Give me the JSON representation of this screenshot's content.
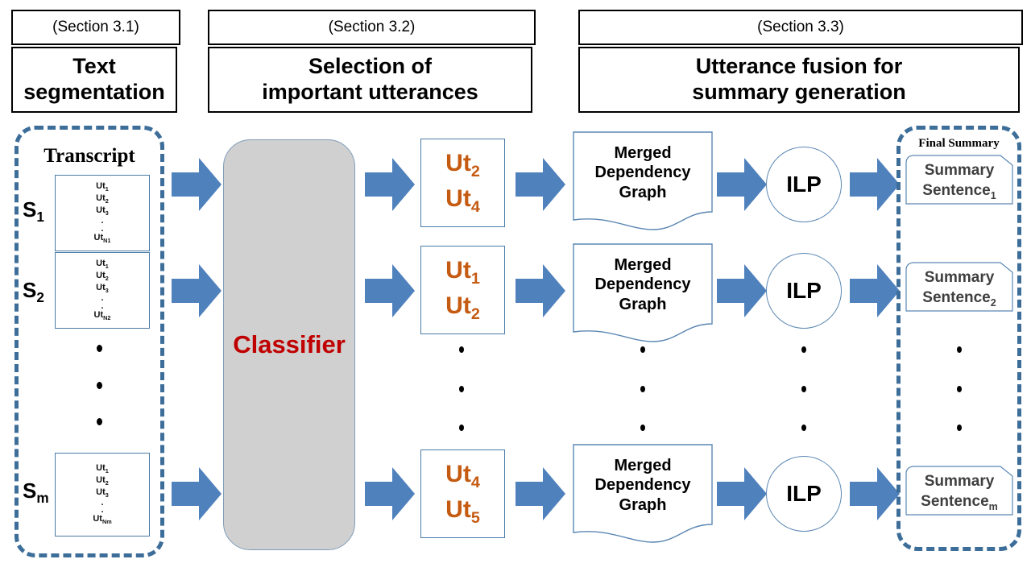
{
  "sections": [
    {
      "tag": "(Section 3.1)",
      "title": "Text\nsegmentation"
    },
    {
      "tag": "(Section 3.2)",
      "title": "Selection of\nimportant utterances"
    },
    {
      "tag": "(Section 3.3)",
      "title": "Utterance fusion for\nsummary generation"
    }
  ],
  "transcript": {
    "heading": "Transcript",
    "segments": [
      {
        "label": "S",
        "sub": "1",
        "utterances": [
          "Ut1",
          "Ut2",
          "Ut3"
        ],
        "last": "UtN1",
        "ellipsis": "."
      },
      {
        "label": "S",
        "sub": "2",
        "utterances": [
          "Ut1",
          "Ut2",
          "Ut3"
        ],
        "last": "UtN2",
        "ellipsis": "."
      },
      {
        "label": "S",
        "sub": "m",
        "utterances": [
          "Ut1",
          "Ut2",
          "Ut3"
        ],
        "last": "UtNm",
        "ellipsis": "."
      }
    ]
  },
  "classifier": {
    "label": "Classifier"
  },
  "selected_utterances": [
    {
      "items": [
        "Ut2",
        "Ut4"
      ]
    },
    {
      "items": [
        "Ut1",
        "Ut2"
      ]
    },
    {
      "items": [
        "Ut4",
        "Ut5"
      ]
    }
  ],
  "merged_graph": {
    "label": "Merged\nDependency\nGraph"
  },
  "ilp": {
    "label": "ILP"
  },
  "final_summary": {
    "heading": "Final Summary",
    "sentences": [
      {
        "line1": "Summary",
        "line2": "Sentence",
        "sub": "1"
      },
      {
        "line1": "Summary",
        "line2": "Sentence",
        "sub": "2"
      },
      {
        "line1": "Summary",
        "line2": "Sentence",
        "sub": "m"
      }
    ]
  },
  "colors": {
    "arrow_blue": "#4f81bd",
    "dashed_border": "#3d6e99",
    "classifier_gray": "#d0d0d0",
    "classifier_red": "#c00000",
    "utterance_orange": "#c55a11",
    "box_border_blue": "#4a7ba7",
    "summary_text_gray": "#3f3f3f"
  }
}
